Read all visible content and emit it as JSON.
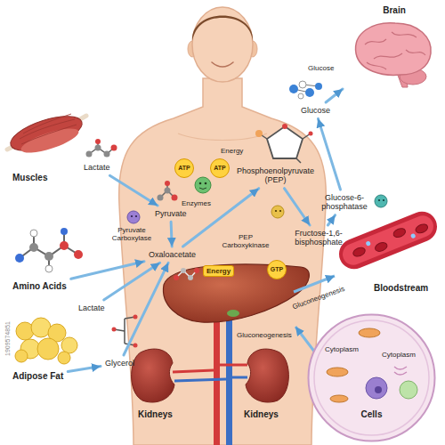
{
  "diagram": {
    "nodes": [
      {
        "text": [
          "Brain"
        ]
      },
      {
        "text": [
          "Glucose"
        ]
      },
      {
        "text": [
          "ATP"
        ]
      },
      {
        "text": [
          "ATP"
        ]
      },
      {
        "text": [
          "Lactate"
        ]
      },
      {
        "text": [
          "Phosphoenolpyruvate (PEP)"
        ]
      },
      {
        "text": [
          "Glucose-6-phosphatase"
        ]
      },
      {
        "text": [
          "Pyruvate"
        ]
      },
      {
        "text": [
          "Fructose-1,6-bisphosphate"
        ]
      },
      {
        "text": [
          "Oxaloacetate"
        ]
      },
      {
        "text": [
          "Energy"
        ]
      },
      {
        "text": [
          "GTP"
        ]
      },
      {
        "text": [
          "Amino Acids"
        ]
      },
      {
        "text": [
          "Lactate"
        ]
      },
      {
        "text": [
          "Glycerol"
        ]
      },
      {
        "text": [
          "Adipose Fat"
        ]
      },
      {
        "text": [
          "Cytoplasm",
          "Cytoplasm",
          "Cells"
        ]
      }
    ],
    "edges": [
      {
        "from": 4,
        "to": 7,
        "arrow": "to"
      },
      {
        "from": 7,
        "to": 9,
        "arrow": "to"
      },
      {
        "from": 9,
        "to": 5,
        "arrow": "to"
      },
      {
        "from": 5,
        "to": 8,
        "arrow": "to"
      },
      {
        "from": 8,
        "to": 6,
        "arrow": "to"
      },
      {
        "from": 6,
        "to": 1,
        "arrow": "to"
      },
      {
        "from": 1,
        "to": 0,
        "arrow": "to"
      },
      {
        "from": 12,
        "to": 9,
        "arrow": "to"
      },
      {
        "from": 13,
        "to": 9,
        "arrow": "to"
      },
      {
        "from": 15,
        "to": 14,
        "arrow": "to"
      },
      {
        "from": 14,
        "to": 9,
        "arrow": "to"
      }
    ],
    "labels": [
      "Glucose",
      "Energy",
      "Enzymes",
      "Muscles",
      "Pyruvate Carboxylase",
      "PEP Carboxykinase",
      "Gluconeogenesis",
      "Bloodstream",
      "Gluconeogenesis",
      "Kidneys",
      "Kidneys",
      "1909574851"
    ]
  }
}
